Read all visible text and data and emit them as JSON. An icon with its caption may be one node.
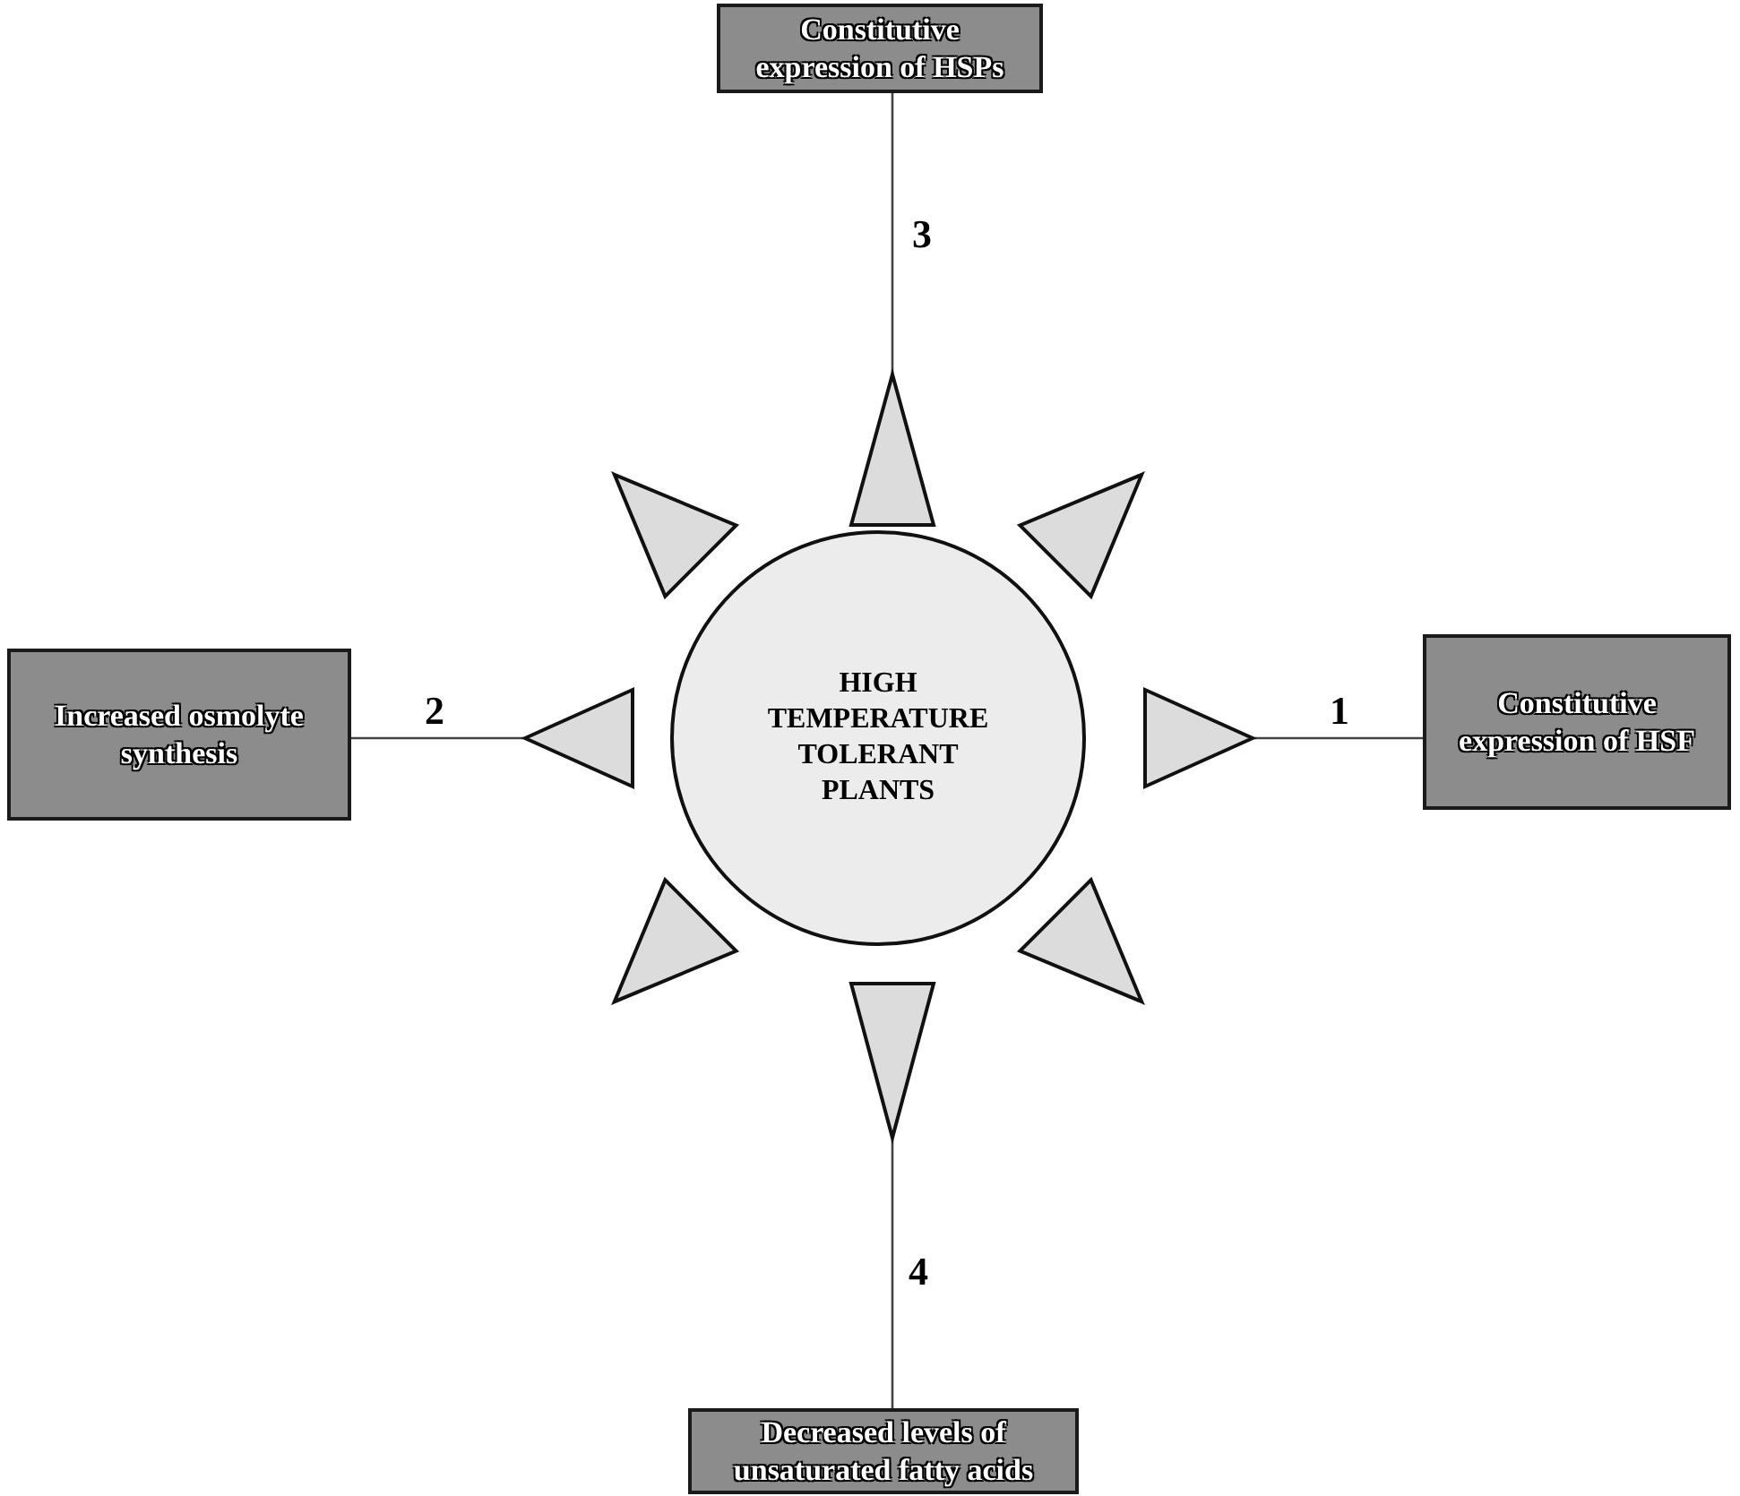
{
  "diagram": {
    "nodes": [
      {
        "text": [
          "Constitutive expression of HSPs"
        ]
      },
      {
        "text": [],
        "shape": "triangle"
      },
      {
        "text": [
          "Increased osmolyte synthesis"
        ]
      },
      {
        "text": [],
        "shape": "triangle"
      },
      {
        "text": [
          "HIGH TEMPERATURE TOLERANT PLANTS"
        ]
      },
      {
        "text": [],
        "shape": "triangle"
      },
      {
        "text": [
          "Constitutive expression of HSF"
        ]
      },
      {
        "text": [],
        "shape": "triangle"
      },
      {
        "text": [
          "Decreased levels of unsaturated fatty acids"
        ]
      }
    ],
    "edges": [
      {
        "from": 5,
        "to": 6,
        "arrow": "none",
        "label": "1"
      },
      {
        "from": 3,
        "to": 2,
        "arrow": "none",
        "label": "2"
      },
      {
        "from": 1,
        "to": 0,
        "arrow": "none",
        "label": "3"
      },
      {
        "from": 7,
        "to": 8,
        "arrow": "none",
        "label": "4"
      }
    ]
  }
}
